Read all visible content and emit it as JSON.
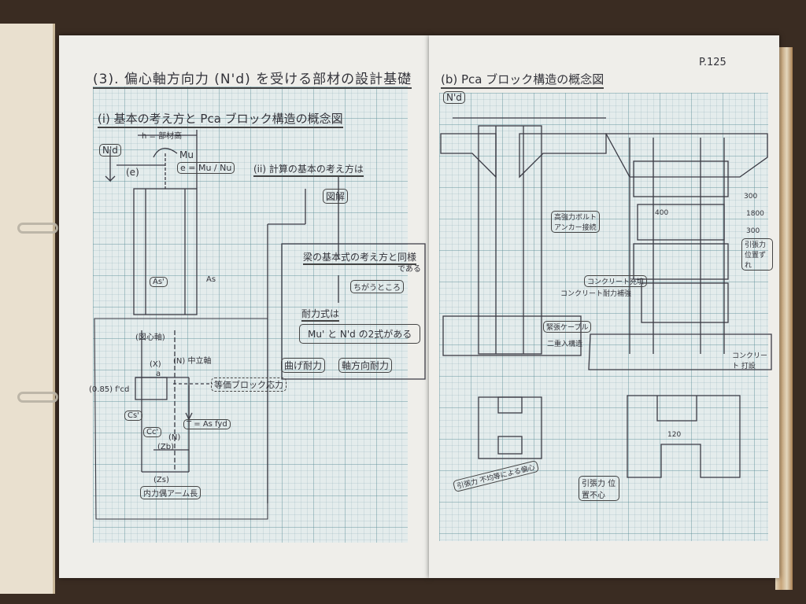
{
  "page_number": "P.125",
  "left_page": {
    "title": "(3). 偏心軸方向力 (N'd) を受ける部材の設計基礎",
    "section_i": "(i) 基本の考え方と Pca ブロック構造の概念図",
    "diagram": {
      "nd": "N'd",
      "h": "h = 部材高",
      "mu": "Mu",
      "e_label": "(e)",
      "e_formula": "e = Mu / Nu",
      "as_left": "As'",
      "as_right": "As",
      "centroid": "(図心軸)",
      "x": "(X)",
      "neutral": "(N) 中立軸",
      "a": "a",
      "stress": "(0.85) f'cd",
      "block": "等価ブロック応力",
      "cs": "Cs'",
      "cc": "Cc'",
      "t": "T = As fyd",
      "n": "(N)",
      "zb": "(Zb)",
      "zs": "(Zs)",
      "arm": "内力偶アーム長"
    },
    "section_ii": "(ii) 計算の基本の考え方は",
    "flow": {
      "diagram": "図解",
      "same": "梁の基本式の考え方と同様",
      "same_suffix": "である",
      "diff": "ちがうところ",
      "strength": "耐力式は",
      "two": "Mu' と N'd の2式がある",
      "bending": "曲げ耐力",
      "axial": "軸方向耐力"
    }
  },
  "right_page": {
    "title": "(b) Pca ブロック構造の概念図",
    "nd": "N'd",
    "notes": {
      "bolt": "高強力ボルト アンカー接続",
      "filling": "コンクリート充填",
      "block": "コンクリート耐力補強",
      "cable": "緊張ケーブル",
      "cable2": "二重入構造",
      "tension": "引張力 位置ずれ",
      "pour": "コンクリート 打設",
      "dim300a": "300",
      "dim1800": "1800",
      "dim300b": "300",
      "dim400": "400",
      "dim120": "120",
      "note_left": "引張力 不均等による偏心",
      "note_right": "引張力 位置不心"
    }
  }
}
